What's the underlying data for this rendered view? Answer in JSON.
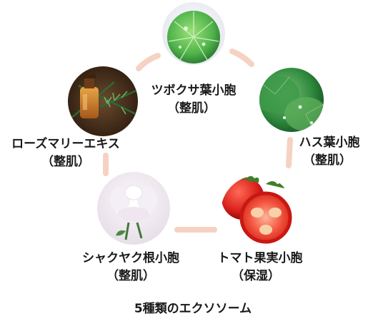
{
  "ingredients": [
    {
      "name": "ツボクサ葉小胞",
      "effect": "（整肌）",
      "image": "centella-leaf-with-water-drops"
    },
    {
      "name": "ハス葉小胞",
      "effect": "（整肌）",
      "image": "lotus-leaf-with-dew"
    },
    {
      "name": "トマト果実小胞",
      "effect": "（保湿）",
      "image": "tomato-halved"
    },
    {
      "name": "シャクヤク根小胞",
      "effect": "（整肌）",
      "image": "white-peony-flower"
    },
    {
      "name": "ローズマリーエキス",
      "effect": "（整肌）",
      "image": "rosemary-oil-bottle"
    }
  ],
  "caption": "5種類のエクソソーム",
  "colors": {
    "arrow": "#f6d2c2",
    "text": "#1a1a1a"
  }
}
